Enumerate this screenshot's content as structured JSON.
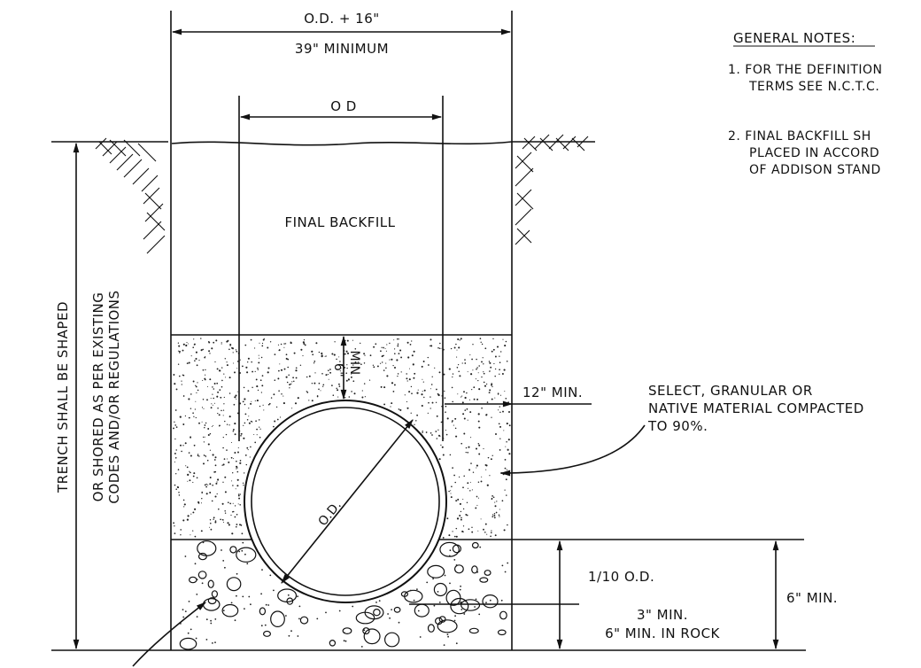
{
  "dims": {
    "top_width": "O.D. + 16\"",
    "top_width_min": "39\" MINIMUM",
    "pipe_width": "O D",
    "cover": "6\"",
    "cover_min": "MIN.",
    "side_clear": "12\" MIN.",
    "diameter": "O.D.",
    "bedding_fraction": "1/10 O.D.",
    "bedding_min": "3\" MIN.",
    "bedding_rock": "6\" MIN. IN ROCK",
    "bottom_min": "6\" MIN."
  },
  "labels": {
    "final_backfill": "FINAL BACKFILL",
    "select_line1": "SELECT, GRANULAR OR",
    "select_line2": "NATIVE MATERIAL COMPACTED",
    "select_line3": "TO 90%."
  },
  "trench_text": {
    "line1": "TRENCH SHALL BE SHAPED",
    "line2": "OR SHORED AS PER EXISTING",
    "line3": "CODES AND/OR REGULATIONS"
  },
  "notes": {
    "heading": "GENERAL NOTES:",
    "n1_line1": "1. FOR THE DEFINITION",
    "n1_line2": "TERMS SEE N.C.T.C.",
    "n2_line1": "2. FINAL BACKFILL SH",
    "n2_line2": "PLACED IN ACCORD",
    "n2_line3": "OF ADDISON STAND"
  }
}
